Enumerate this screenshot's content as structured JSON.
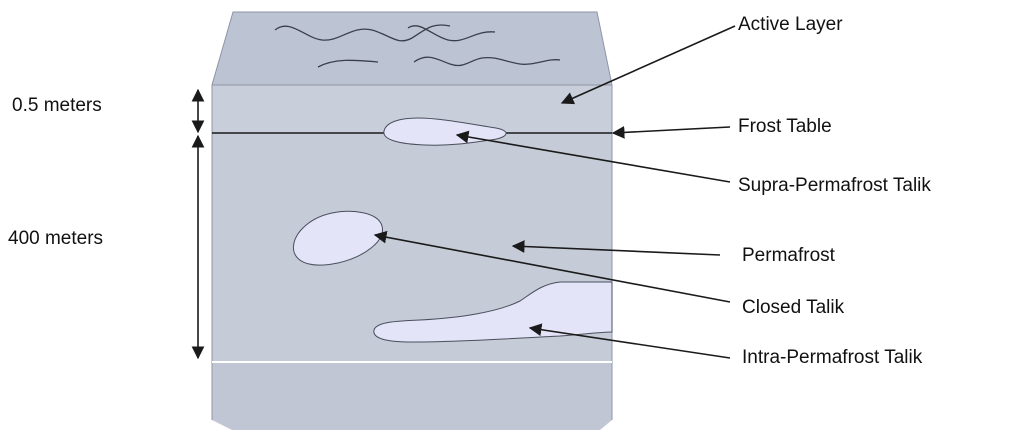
{
  "labels": {
    "depth_active": "0.5 meters",
    "depth_permafrost": "400 meters",
    "active_layer": "Active Layer",
    "frost_table": "Frost Table",
    "supra_permafrost_talik": "Supra-Permafrost Talik",
    "permafrost": "Permafrost",
    "closed_talik": "Closed Talik",
    "intra_permafrost_talik": "Intra-Permafrost Talik"
  },
  "colors": {
    "block_top": "#bcc4d4",
    "block_front": "#c5cbd7",
    "block_bottom": "#c0c6d3",
    "talik_fill": "#e3e4f8",
    "line": "#1a1a1a",
    "text": "#111111"
  }
}
